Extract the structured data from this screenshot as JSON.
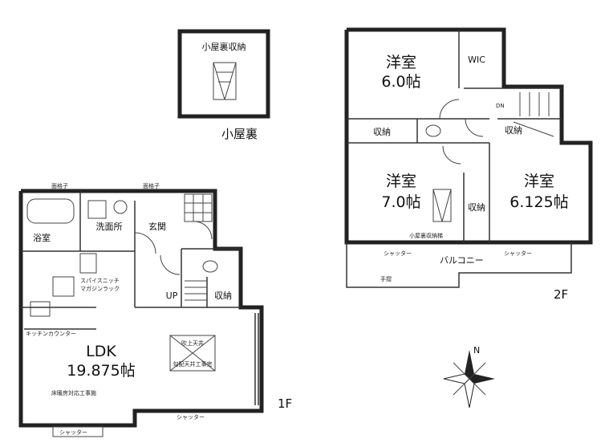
{
  "attic": {
    "storage": "小屋裏収納",
    "label": "小屋裏"
  },
  "floor1": {
    "label": "1F",
    "ldk": "LDK",
    "ldk_size": "19.875帖",
    "bath": "浴室",
    "washroom": "洗面所",
    "entrance": "玄関",
    "storage": "収納",
    "up": "UP",
    "spice": "スパイスニッチ",
    "magazine": "マガジンラック",
    "kitchen_counter": "キッチンカウンター",
    "fukinuke": "吹上天井",
    "fukinuke2": "勾配天井工事完",
    "note_ldk": "床暖房対応工事施",
    "shutter1": "シャッター",
    "shutter2": "シャッター",
    "lattice1": "面格子",
    "lattice2": "面格子"
  },
  "floor2": {
    "label": "2F",
    "room1": "洋室",
    "room1_size": "6.0帖",
    "room2": "洋室",
    "room2_size": "7.0帖",
    "room3": "洋室",
    "room3_size": "6.125帖",
    "wic": "WIC",
    "storage_a": "収納",
    "storage_b": "収納",
    "storage_c": "収納",
    "balcony": "バルコニー",
    "dn": "DN",
    "attic_access": "小屋裏収納梯",
    "shutter1": "シャッター",
    "shutter2": "シャッター",
    "handrail": "手摺"
  },
  "compass": {
    "north": "N"
  }
}
